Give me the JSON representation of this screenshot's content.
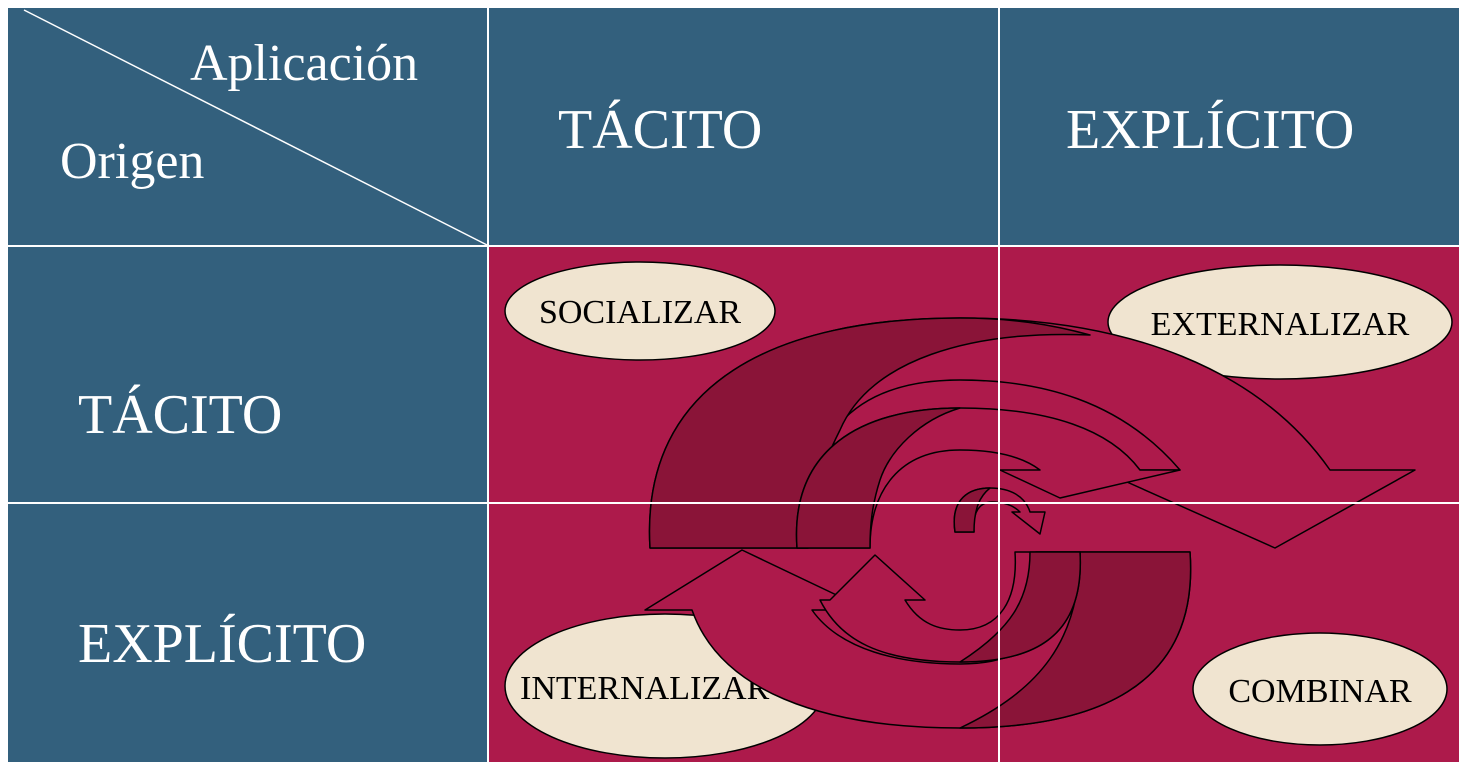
{
  "header": {
    "corner_top_label": "Aplicación",
    "corner_bottom_label": "Origen",
    "col_tacito": "TÁCITO",
    "col_explicito": "EXPLÍCITO"
  },
  "rows": {
    "row_tacito": "TÁCITO",
    "row_explicito": "EXPLÍCITO"
  },
  "processes": {
    "socializar": "SOCIALIZAR",
    "externalizar": "EXTERNALIZAR",
    "internalizar": "INTERNALIZAR",
    "combinar": "COMBINAR"
  },
  "colors": {
    "header_bg": "#33607d",
    "matrix_bg": "#ad1a4b",
    "oval_fill": "#f0e4d0",
    "arrow_dark": "#8a1438",
    "arrow_light": "#ad1a4b"
  }
}
